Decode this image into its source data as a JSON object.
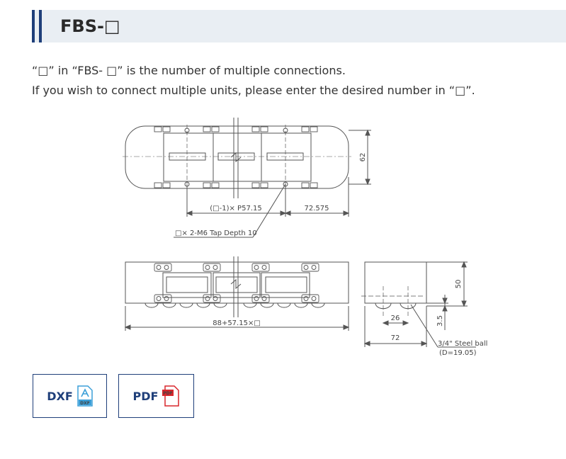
{
  "header": {
    "title": "FBS-□"
  },
  "description": {
    "line1": "“□” in “FBS- □” is the number of multiple connections.",
    "line2": "If you wish to connect multiple units, please enter the desired number in “□”."
  },
  "drawing": {
    "dim_height_top": "62",
    "dim_pitch": "(□-1)× P57.15",
    "dim_end": "72.575",
    "tap_label": "□× 2-M6 Tap Depth 10",
    "dim_total": "88+57.15×□",
    "dim_side_height": "50",
    "dim_side_26": "26",
    "dim_side_72": "72",
    "dim_side_35": "3.5",
    "steel_ball": "3/4\" Steel ball",
    "steel_ball_d": "(D=19.05)"
  },
  "downloads": {
    "dxf_label": "DXF",
    "dxf_icon_text": "DXF",
    "pdf_label": "PDF",
    "pdf_icon_text": "PDF"
  },
  "colors": {
    "accent": "#1f3f7a",
    "title_bg": "#e9eef3",
    "dxf_icon": "#3b9fd8",
    "pdf_icon": "#d9262c"
  }
}
